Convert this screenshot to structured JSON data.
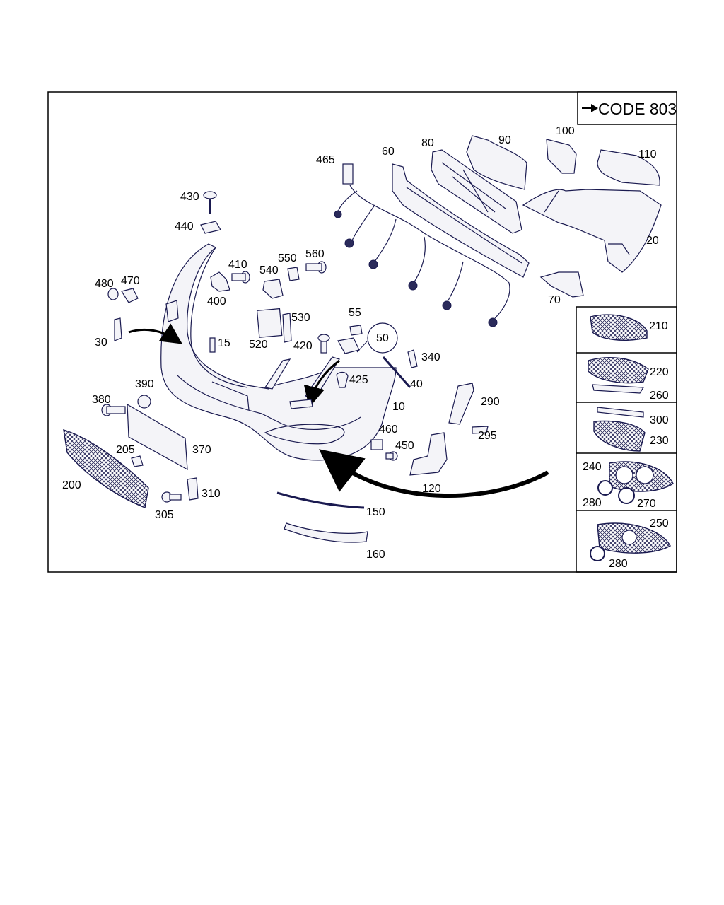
{
  "code_box": {
    "label": "CODE 803"
  },
  "parts_main": [
    {
      "id": "p465",
      "label": "465"
    },
    {
      "id": "p60",
      "label": "60"
    },
    {
      "id": "p80",
      "label": "80"
    },
    {
      "id": "p90",
      "label": "90"
    },
    {
      "id": "p100",
      "label": "100"
    },
    {
      "id": "p110",
      "label": "110"
    },
    {
      "id": "p20",
      "label": "20"
    },
    {
      "id": "p70",
      "label": "70"
    },
    {
      "id": "p430",
      "label": "430"
    },
    {
      "id": "p440",
      "label": "440"
    },
    {
      "id": "p410",
      "label": "410"
    },
    {
      "id": "p550",
      "label": "550"
    },
    {
      "id": "p560",
      "label": "560"
    },
    {
      "id": "p540",
      "label": "540"
    },
    {
      "id": "p400",
      "label": "400"
    },
    {
      "id": "p480",
      "label": "480"
    },
    {
      "id": "p470",
      "label": "470"
    },
    {
      "id": "p530",
      "label": "530"
    },
    {
      "id": "p55",
      "label": "55"
    },
    {
      "id": "p50",
      "label": "50"
    },
    {
      "id": "p30",
      "label": "30"
    },
    {
      "id": "p15",
      "label": "15"
    },
    {
      "id": "p520",
      "label": "520"
    },
    {
      "id": "p420",
      "label": "420"
    },
    {
      "id": "p340",
      "label": "340"
    },
    {
      "id": "p40",
      "label": "40"
    },
    {
      "id": "p425",
      "label": "425"
    },
    {
      "id": "p390",
      "label": "390"
    },
    {
      "id": "p380",
      "label": "380"
    },
    {
      "id": "p10",
      "label": "10"
    },
    {
      "id": "p290",
      "label": "290"
    },
    {
      "id": "p205",
      "label": "205"
    },
    {
      "id": "p370",
      "label": "370"
    },
    {
      "id": "p460",
      "label": "460"
    },
    {
      "id": "p295",
      "label": "295"
    },
    {
      "id": "p450",
      "label": "450"
    },
    {
      "id": "p200",
      "label": "200"
    },
    {
      "id": "p310",
      "label": "310"
    },
    {
      "id": "p120",
      "label": "120"
    },
    {
      "id": "p305",
      "label": "305"
    },
    {
      "id": "p150",
      "label": "150"
    },
    {
      "id": "p160",
      "label": "160"
    }
  ],
  "parts_side": [
    {
      "id": "s210",
      "label": "210"
    },
    {
      "id": "s220",
      "label": "220"
    },
    {
      "id": "s260",
      "label": "260"
    },
    {
      "id": "s300",
      "label": "300"
    },
    {
      "id": "s230",
      "label": "230"
    },
    {
      "id": "s240",
      "label": "240"
    },
    {
      "id": "s280a",
      "label": "280"
    },
    {
      "id": "s270",
      "label": "270"
    },
    {
      "id": "s250",
      "label": "250"
    },
    {
      "id": "s280b",
      "label": "280"
    }
  ]
}
